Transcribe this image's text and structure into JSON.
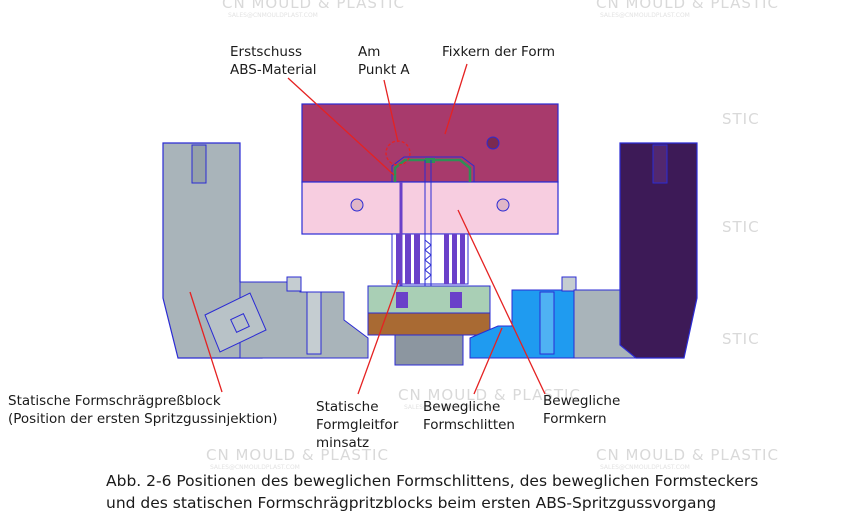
{
  "watermark": {
    "text": "CN MOULD & PLASTIC",
    "sub": "SALES@CNMOULDPLAST.COM",
    "partial": "STIC"
  },
  "labels": {
    "erstschuss": "Erstschuss\nABS-Material",
    "am_punkt": "Am\nPunkt A",
    "fixkern": "Fixkern der Form",
    "statische_block": "Statische Formschrägpreßblock\n(Position der ersten Spritzgussinjektion)",
    "statische_einsatz": "Statische\nFormgleitfor\nminsatz",
    "bewegliche_schlitten": "Bewegliche\nFormschlitten",
    "bewegliche_kern": "Bewegliche\nFormkern"
  },
  "caption": {
    "line1": "Abb. 2-6 Positionen des beweglichen Formschlittens, des beweglichen Formsteckers",
    "line2": "und des statischen Formschrägpritzblocks beim ersten ABS-Spritzgussvorgang"
  },
  "colors": {
    "fixed_core": "#a83a6c",
    "moving_core": "#f7cde0",
    "grey_block": "#a9b4ba",
    "purple_block": "#3d1a57",
    "blue_slider": "#1f9bf0",
    "green_plate": "#a9cfb5",
    "brown_plate": "#a96a33",
    "outline": "#2b2bd4",
    "leader": "#e52222"
  }
}
